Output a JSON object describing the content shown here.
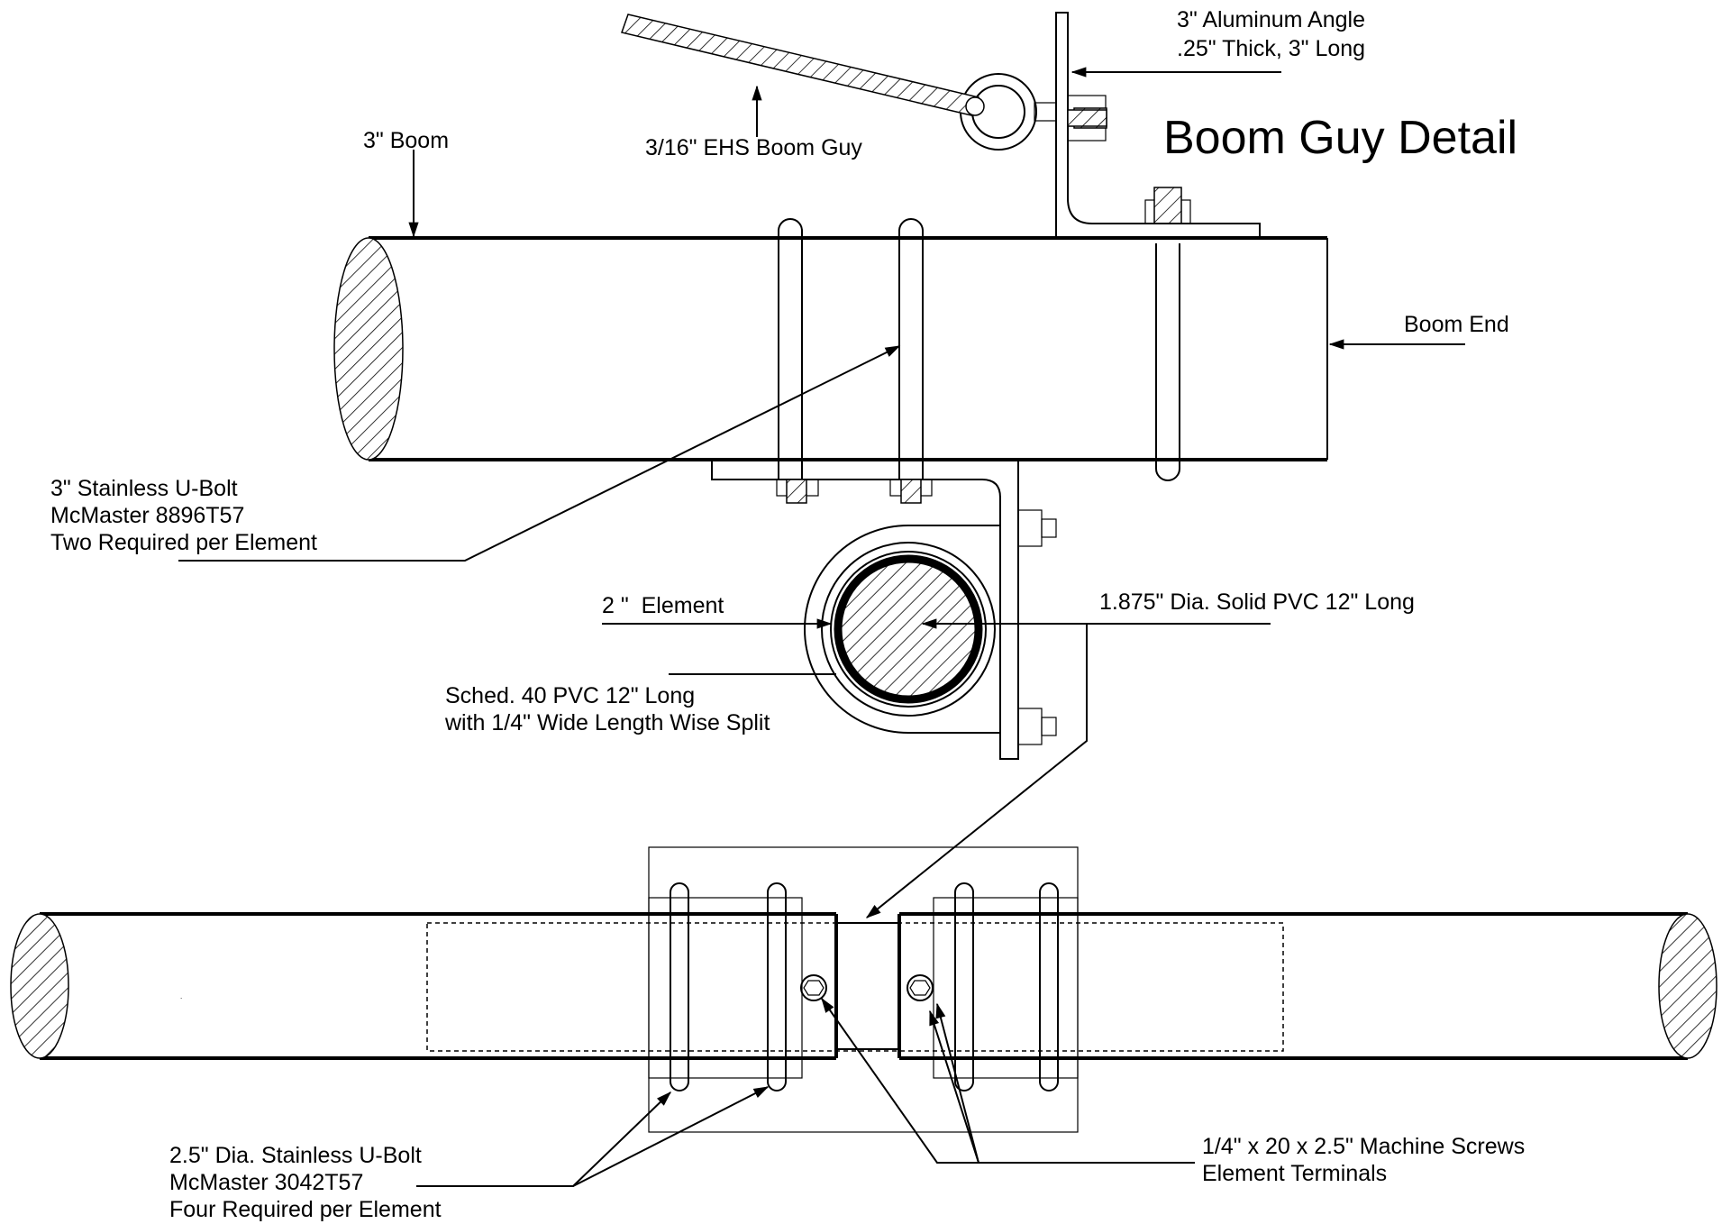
{
  "title": "Boom Guy Detail",
  "labels": {
    "aluminum_angle": [
      "3\" Aluminum Angle",
      ".25\" Thick, 3\" Long"
    ],
    "boom_guy": "3/16\" EHS Boom Guy",
    "boom": "3\" Boom",
    "boom_end": "Boom End",
    "u_bolt_3": [
      "3\" Stainless U-Bolt",
      "McMaster 8896T57",
      "Two Required per Element"
    ],
    "element": "2 \"  Element",
    "solid_pvc": "1.875\" Dia. Solid PVC 12\" Long",
    "sched_pvc": [
      "Sched. 40 PVC 12\" Long",
      "with 1/4\" Wide Length Wise Split"
    ],
    "u_bolt_25": [
      "2.5\" Dia. Stainless U-Bolt",
      "McMaster 3042T57",
      "Four Required per Element"
    ],
    "machine_screws": [
      "1/4\" x 20 x 2.5\" Machine Screws",
      "Element Terminals"
    ]
  }
}
